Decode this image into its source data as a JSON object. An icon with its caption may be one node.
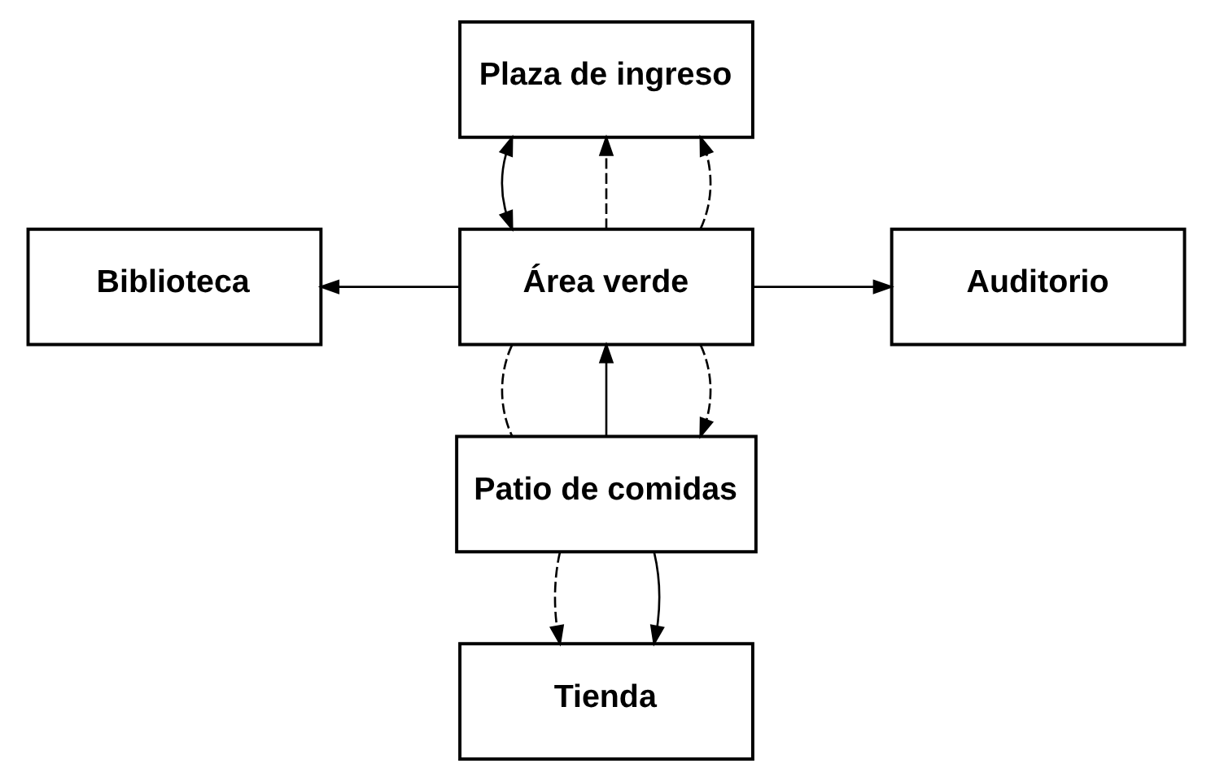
{
  "diagram": {
    "nodes": [
      {
        "text": [
          "Plaza de ingreso"
        ]
      },
      {
        "text": [
          "Biblioteca"
        ]
      },
      {
        "text": [
          "Área verde"
        ]
      },
      {
        "text": [
          "Auditorio"
        ]
      },
      {
        "text": [
          "Patio de comidas"
        ]
      },
      {
        "text": [
          "Tienda"
        ]
      }
    ],
    "edges": [
      {
        "from": 2,
        "to": 0,
        "arrow": "to",
        "style": "dashed"
      },
      {
        "from": 0,
        "to": 2,
        "arrow": "both"
      },
      {
        "from": 2,
        "to": 0,
        "arrow": "to",
        "style": "dashed"
      },
      {
        "from": 2,
        "to": 1,
        "arrow": "to"
      },
      {
        "from": 2,
        "to": 3,
        "arrow": "to"
      },
      {
        "from": 2,
        "to": 4,
        "arrow": "none",
        "style": "dashed"
      },
      {
        "from": 4,
        "to": 2,
        "arrow": "to"
      },
      {
        "from": 2,
        "to": 4,
        "arrow": "to",
        "style": "dashed"
      },
      {
        "from": 4,
        "to": 5,
        "arrow": "to",
        "style": "dashed"
      },
      {
        "from": 4,
        "to": 5,
        "arrow": "to"
      }
    ]
  }
}
